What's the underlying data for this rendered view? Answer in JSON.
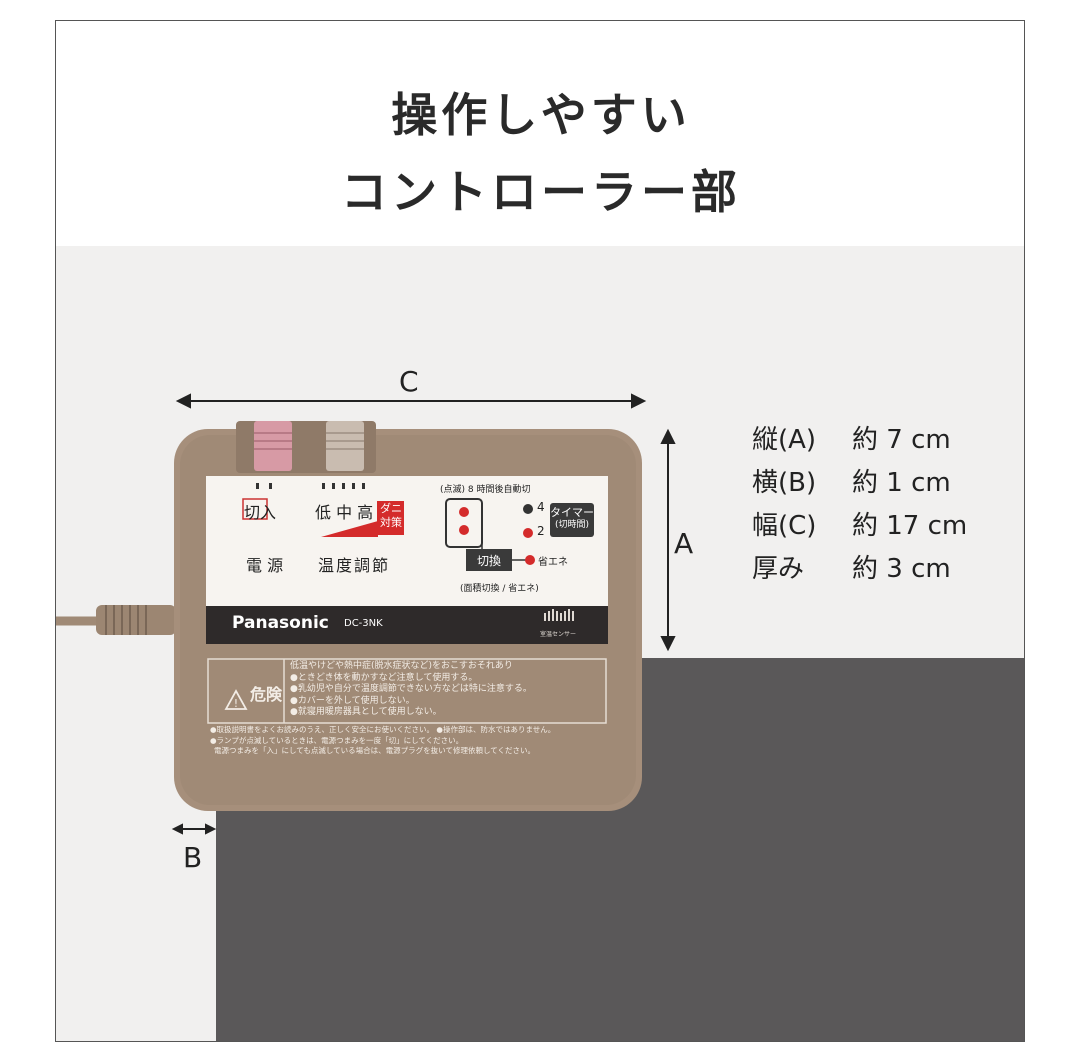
{
  "title": {
    "line1": "操作しやすい",
    "line2": "コントローラー部"
  },
  "dimensions": {
    "labels": {
      "a": "A",
      "b": "B",
      "c": "C"
    },
    "specs": [
      {
        "key": "縦(A)",
        "value": "約 7 cm"
      },
      {
        "key": "横(B)",
        "value": "約 1 cm"
      },
      {
        "key": "幅(C)",
        "value": "約 17 cm"
      },
      {
        "key": "厚み",
        "value": "約 3 cm"
      }
    ]
  },
  "controller": {
    "power_switch": "切",
    "power_on": "入",
    "power_label": "電 源",
    "temp_levels": "低 中 高",
    "mite_badge_line1": "ダニ",
    "mite_badge_line2": "対策",
    "temp_label": "温度調節",
    "auto_off_note": "(点滅) 8 時間後自動切",
    "timer_4": "4",
    "timer_2": "2",
    "timer_button_line1": "タイマー",
    "timer_button_line2": "(切時間)",
    "switch_button": "切換",
    "eco_label": "省エネ",
    "switch_caption": "(面積切換 / 省エネ)",
    "brand": "Panasonic",
    "model": "DC-3NK",
    "sensor_label": "室温センサー",
    "warning_title": "危険",
    "warning_lines": [
      "低温やけどや熱中症(脱水症状など)をおこすおそれあり",
      "●ときどき体を動かすなど注意して使用する。",
      "●乳幼児や自分で温度調節できない方などは特に注意する。",
      "●カバーを外して使用しない。",
      "●就寝用暖房器具として使用しない。"
    ],
    "notes": [
      "●取扱説明書をよくお読みのうえ、正しく安全にお使いください。 ●操作部は、防水ではありません。",
      "●ランプが点滅しているときは、電源つまみを一度「切」にしてください。",
      "電源つまみを「入」にしても点滅している場合は、電源プラグを抜いて修理依頼してください。"
    ]
  },
  "colors": {
    "body": "#a08a76",
    "panel": "#f7f4f0",
    "dark_band": "#2e2a2a",
    "red": "#d42b2b"
  }
}
